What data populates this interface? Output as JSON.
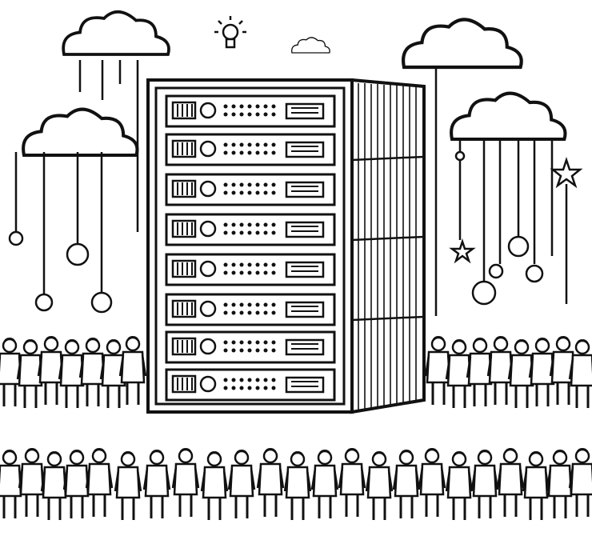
{
  "illustration": {
    "style": "black-and-white line art",
    "stroke_color": "#111111",
    "fill_color": "#ffffff",
    "subject_icons": [
      "cloud-icon",
      "server-rack-icon",
      "lightbulb-icon",
      "star-icon",
      "person-icon"
    ],
    "server_units": 8,
    "crowd_rows": 2
  }
}
